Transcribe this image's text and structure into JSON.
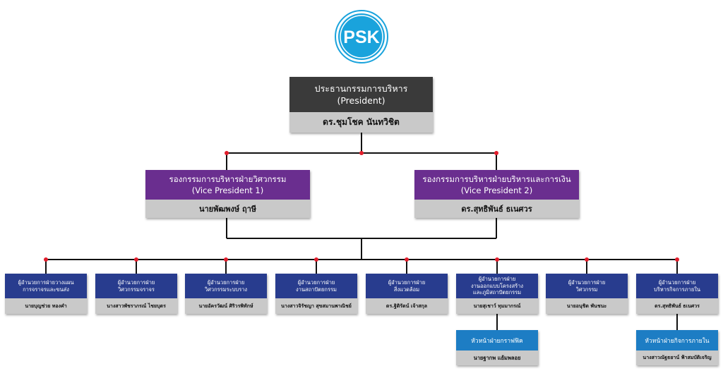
{
  "logo": {
    "text": "PSK",
    "color": "#1aa3dc"
  },
  "colors": {
    "president": "#3a3a3a",
    "vice_president": "#6a2e8f",
    "director": "#283c8e",
    "section_head": "#1d7dc4",
    "name_bar": "#c9c9c9",
    "connector": "#111111",
    "dot": "#e11d2b"
  },
  "president": {
    "title": "ประธานกรรมการบริหาร",
    "title_en": "(President)",
    "name": "ดร.ชุมโชค นันทวิชิต"
  },
  "vice_presidents": [
    {
      "title": "รองกรรมการบริหารฝ่ายวิศวกรรม",
      "title_en": "(Vice President 1)",
      "name": "นายพัฒพงษ์ ฤาษี"
    },
    {
      "title": "รองกรรมการบริหารฝ่ายบริหารและการเงิน",
      "title_en": "(Vice President 2)",
      "name": "ดร.สุทธิพันธ์ ธเนศวร"
    }
  ],
  "directors": [
    {
      "title": [
        "ผู้อำนวยการฝ่ายวางแผน",
        "การจราจรและขนส่ง"
      ],
      "name": "นายบุญช่วย ทองคำ"
    },
    {
      "title": [
        "ผู้อำนวยการฝ่าย",
        "วิศวกรรมจราจร"
      ],
      "name": "นางสาวพัชราภรณ์ ไชยบุตร"
    },
    {
      "title": [
        "ผู้อำนวยการฝ่าย",
        "วิศวกรรมระบบราง"
      ],
      "name": "นายอัครวัฒน์ ศิริวรพิทักษ์"
    },
    {
      "title": [
        "ผู้อำนวยการฝ่าย",
        "งานสถาปัตยกรรม"
      ],
      "name": "นางสาวจิรัชญา สุขสมานพาณิชย์"
    },
    {
      "title": [
        "ผู้อำนวยการฝ่าย",
        "สิ่งแวดล้อม"
      ],
      "name": "ดร.ฐิติรัตน์ เจ้าสกุล"
    },
    {
      "title": [
        "ผู้อำนวยการฝ่าย",
        "งานออกแบบโครงสร้าง",
        "และภูมิสถาปัตยกรรม"
      ],
      "name": "นายสุเชาว์ ทุมมากรณ์"
    },
    {
      "title": [
        "ผู้อำนวยการฝ่าย",
        "วิศวกรรม"
      ],
      "name": "นายอนุชิต พันชนะ"
    },
    {
      "title": [
        "ผู้อำนวยการฝ่าย",
        "บริหารกิจการภายใน"
      ],
      "name": "ดร.สุทธิพันธ์ ธเนศวร"
    }
  ],
  "section_heads": [
    {
      "title": "หัวหน้าฝ่ายกราฟฟิค",
      "name": "นายฐากพ แย้มพลอย"
    },
    {
      "title": "หัวหน้าฝ่ายกิจการภายใน",
      "name": "นางสาวณัฐธยาน์ ฟ้าสมบัติเจริญ"
    }
  ]
}
